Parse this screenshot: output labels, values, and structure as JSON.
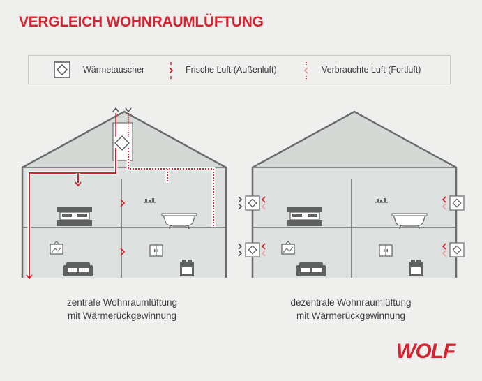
{
  "title": "VERGLEICH WOHNRAUMLÜFTUNG",
  "legend": {
    "heat_exchanger": "Wärmetauscher",
    "fresh_air": "Frische Luft (Außenluft)",
    "exhaust_air": "Verbrauchte Luft (Fortluft)"
  },
  "captions": {
    "central_line1": "zentrale Wohnraumlüftung",
    "central_line2": "mit Wärmerückgewinnung",
    "decentral_line1": "dezentrale Wohnraumlüftung",
    "decentral_line2": "mit Wärmerückgewinnung"
  },
  "logo": "WOLF",
  "colors": {
    "title": "#d5242f",
    "fresh_air": "#d5242f",
    "exhaust_air": "#e8a0a6",
    "house_outline": "#6a6c6c",
    "roof_fill": "#d4d9d6",
    "room_fill": "#dde1df",
    "icon": "#6a6c6c"
  }
}
